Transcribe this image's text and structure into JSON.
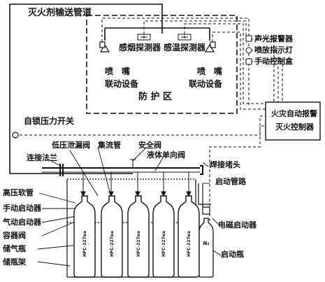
{
  "labels": {
    "pipeline": "灭火剂输送管道",
    "smoke_detector": "感烟探测器",
    "heat_detector": "感温探测器",
    "nozzle_left": "喷　嘴",
    "nozzle_right": "喷　嘴",
    "linkage_left": "联动设备",
    "linkage_right": "联动设备",
    "protected_zone": "防 护 区",
    "sound_light_alarm": "声光报警器",
    "discharge_lamp": "喷放指示灯",
    "manual_control_box": "手动控制盒",
    "fire_controller_line1": "火灾自动报警",
    "fire_controller_line2": "灭火控制器",
    "pressure_switch": "自锁压力开关",
    "low_pressure_leak_valve": "低压泄漏阀",
    "manifold": "集流管",
    "safety_valve": "安全阀",
    "connecting_flange": "连接法兰",
    "check_valve": "液体单向阀",
    "weld_plug": "焊接堵头",
    "start_pipeline": "启动管路",
    "hp_hose": "高压软管",
    "manual_starter": "手动启动器",
    "pneumatic_starter": "气动启动器",
    "container_valve": "容器阀",
    "gas_cylinder": "储气瓶",
    "cylinder_rack": "储瓶架",
    "solenoid_starter": "电磁启动器",
    "start_bottle": "启动瓶",
    "n2": "N₂"
  },
  "cylinders": [
    {
      "label": "HFC-227ea"
    },
    {
      "label": "HFC-227ea"
    },
    {
      "label": "HFC-227ea"
    },
    {
      "label": "HFC-227ea"
    },
    {
      "label": "HFC-227ea"
    }
  ]
}
